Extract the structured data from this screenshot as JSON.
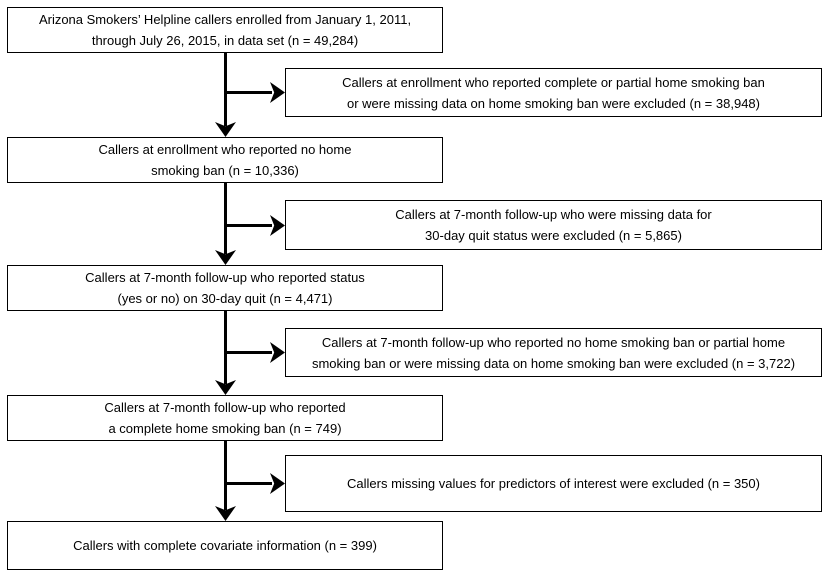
{
  "flowchart": {
    "colors": {
      "background": "#ffffff",
      "box_fill": "#ffffff",
      "box_border": "#000000",
      "arrow": "#000000",
      "text": "#000000"
    },
    "main_boxes": [
      {
        "id": "enrolled",
        "n": "49,284",
        "text": "Arizona Smokers’ Helpline callers enrolled from January 1, 2011,\nthrough July 26, 2015, in data set (n = 49,284)"
      },
      {
        "id": "no-home-smoking-ban",
        "n": "10,336",
        "text": "Callers at enrollment who reported no home\nsmoking ban (n = 10,336)"
      },
      {
        "id": "reported-quit-status",
        "n": "4,471",
        "text": "Callers at 7-month follow-up who reported status\n(yes or no) on 30-day quit (n = 4,471)"
      },
      {
        "id": "complete-home-smoking-ban",
        "n": "749",
        "text": "Callers at 7-month follow-up who reported\na complete home smoking ban (n = 749)"
      },
      {
        "id": "complete-covariate-information",
        "n": "399",
        "text": "Callers with complete covariate information (n = 399)"
      }
    ],
    "exclusion_boxes": [
      {
        "id": "excluded-home-ban-enrollment",
        "n": "38,948",
        "text": "Callers at enrollment who reported complete or partial home smoking ban\nor were missing data on home smoking ban were excluded (n = 38,948)"
      },
      {
        "id": "excluded-missing-quit-status",
        "n": "5,865",
        "text": "Callers at 7-month follow-up who were missing data for\n30-day quit status were excluded (n = 5,865)"
      },
      {
        "id": "excluded-no-or-partial-ban-followup",
        "n": "3,722",
        "text": "Callers at 7-month follow-up who reported no home smoking ban or partial home\nsmoking ban or were missing data on home smoking ban were excluded (n = 3,722)"
      },
      {
        "id": "excluded-missing-predictors",
        "n": "350",
        "text": "Callers missing values for predictors of interest were excluded (n = 350)"
      }
    ]
  }
}
